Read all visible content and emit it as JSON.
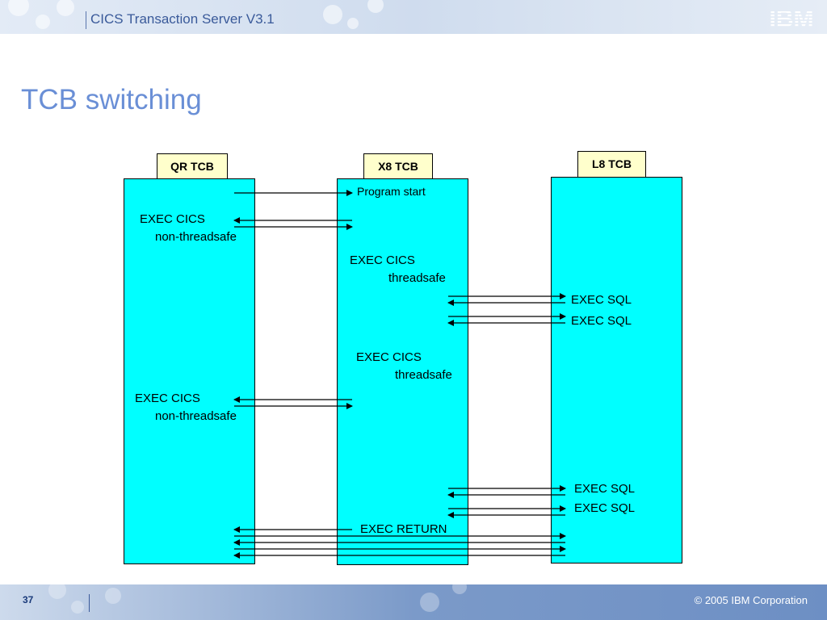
{
  "header": {
    "title": "CICS Transaction Server V3.1",
    "logo_text": "IBM"
  },
  "slide": {
    "title": "TCB switching"
  },
  "lanes": {
    "qr": "QR TCB",
    "x8": "X8 TCB",
    "l8": "L8 TCB"
  },
  "labels": {
    "program_start": "Program start",
    "exec_cics_1": "EXEC CICS",
    "non_threadsafe_1": "non-threadsafe",
    "exec_cics_2": "EXEC CICS",
    "threadsafe_1": "threadsafe",
    "exec_sql_1": "EXEC SQL",
    "exec_sql_2": "EXEC SQL",
    "exec_cics_3": "EXEC CICS",
    "threadsafe_2": "threadsafe",
    "exec_cics_4": "EXEC CICS",
    "non_threadsafe_2": "non-threadsafe",
    "exec_sql_3": "EXEC SQL",
    "exec_sql_4": "EXEC SQL",
    "exec_return": "EXEC RETURN"
  },
  "footer": {
    "page_number": "37",
    "copyright": "© 2005 IBM Corporation"
  },
  "colors": {
    "lane_fill": "#00ffff",
    "label_fill": "#ffffcc",
    "title": "#6a8fd6"
  }
}
